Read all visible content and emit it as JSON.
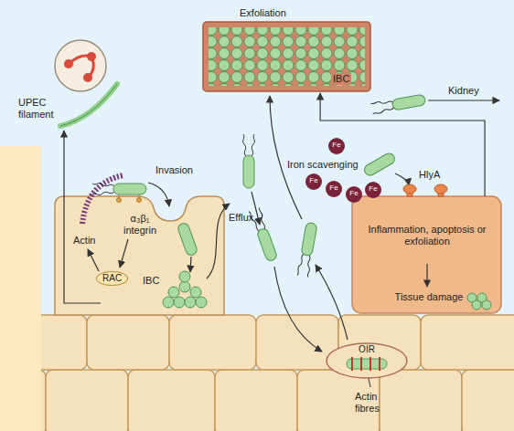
{
  "diagram": {
    "nodes": [
      {
        "text": [
          "Exfoliation",
          "IBC"
        ]
      },
      {
        "text": [
          "Actin",
          "α₃β₁ integrin",
          "IBC"
        ]
      },
      {
        "text": [
          "RAC"
        ],
        "in": 1
      },
      {
        "text": [
          "Fe"
        ]
      },
      {
        "text": [
          "Fe"
        ]
      },
      {
        "text": [
          "Fe"
        ]
      },
      {
        "text": [
          "Fe"
        ]
      },
      {
        "text": [
          "Fe"
        ]
      },
      {
        "text": [
          "Inflammation, apoptosis or exfoliation",
          "Tissue damage"
        ]
      },
      {
        "text": [
          "OIR"
        ]
      }
    ],
    "edges": [
      {
        "from": 8,
        "to": 0,
        "arrow": "to"
      }
    ],
    "labels": [
      "UPEC filament",
      "Invasion",
      "Efflux",
      "Kidney",
      "Iron scavenging",
      "HlyA",
      "Actin fibres"
    ]
  }
}
